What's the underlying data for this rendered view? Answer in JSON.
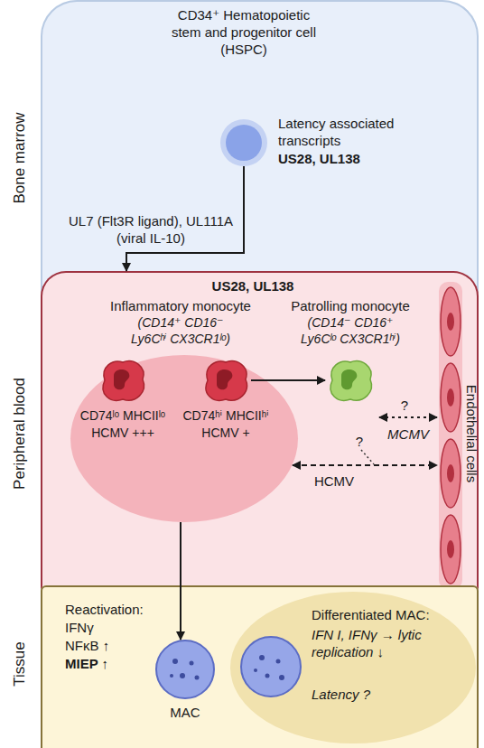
{
  "diagram": {
    "nodes": [
      {
        "text": [
          "Bone marrow"
        ]
      },
      {
        "text": [
          "CD34⁺ Hematopoietic stem and progenitor cell (HSPC)",
          "Latency associated transcripts",
          "US28, UL138"
        ],
        "in": 0
      },
      {
        "text": [
          "Peripheral blood",
          "US28, UL138"
        ]
      },
      {
        "text": [
          "Inflammatory monocyte",
          "(CD14⁺ CD16⁻ Ly6Cʰⁱ CX3CR1ˡᵒ)"
        ],
        "in": 2
      },
      {
        "text": [
          "CD74ˡᵒ MHCIIˡᵒ",
          "HCMV +++"
        ],
        "in": 3
      },
      {
        "text": [
          "CD74ʰⁱ MHCIIʰⁱ",
          "HCMV +"
        ],
        "in": 3
      },
      {
        "text": [
          "Patrolling monocyte",
          "(CD14⁻ CD16⁺ Ly6Cˡᵒ CX3CR1ʰⁱ)"
        ],
        "in": 2
      },
      {
        "text": [
          "Endothelial cells"
        ],
        "in": 2
      },
      {
        "text": [
          "Tissue"
        ],
        "in": 2
      },
      {
        "text": [
          "MAC"
        ],
        "in": 8
      },
      {
        "text": [
          "Differentiated MAC:",
          "IFN I, IFNγ → lytic replication ↓",
          "Latency ?"
        ],
        "in": 8
      }
    ],
    "edges": [
      {
        "from": 1,
        "to": 2,
        "arrow": "to",
        "label": "UL7 (Flt3R ligand), UL111A (viral IL-10)"
      },
      {
        "from": 5,
        "to": 6,
        "arrow": "to"
      },
      {
        "from": 6,
        "to": 7,
        "arrow": "both",
        "label": "MCMV"
      },
      {
        "from": 3,
        "to": 7,
        "arrow": "both",
        "label": "HCMV"
      },
      {
        "from": 3,
        "to": 9,
        "arrow": "to"
      }
    ],
    "labels": [
      "Reactivation:",
      "IFNγ",
      "NFκB ↑",
      "MIEP ↑",
      "?",
      "?"
    ]
  }
}
